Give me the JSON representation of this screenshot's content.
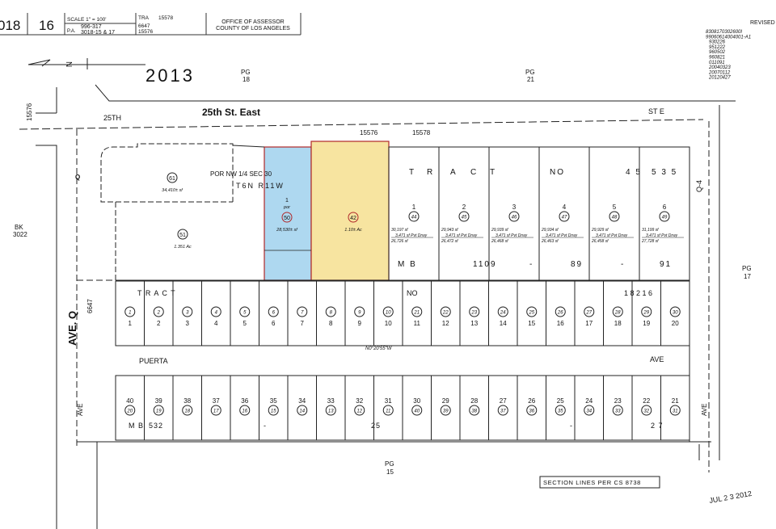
{
  "header": {
    "book": "018",
    "page": "16",
    "scale": "SCALE 1\" = 100'",
    "pa_label": "P.A.",
    "pa_line1": "996-317",
    "pa_line2": "3018-15 & 17",
    "tra_label": "TRA",
    "tra_main": "15578",
    "tra_1": "6647",
    "tra_2": "15576",
    "office_line1": "OFFICE OF ASSESSOR",
    "office_line2": "COUNTY OF LOS ANGELES"
  },
  "revised": {
    "label": "REVISED",
    "entries": [
      "8308170302600I",
      "99060614004001-A1",
      "930226",
      "951222",
      "960502",
      "960821",
      "011091",
      "20040323",
      "20070112",
      "20120427"
    ]
  },
  "north_arrow_label": "N",
  "year_stamp": "2013",
  "page_refs": {
    "pg18": [
      "PG",
      "18"
    ],
    "pg21": [
      "PG",
      "21"
    ],
    "pg17": [
      "PG",
      "17"
    ],
    "pg15": [
      "PG",
      "15"
    ]
  },
  "streets": {
    "top_left": "25TH",
    "top_highlight": "25th St. East",
    "top_right": "ST E",
    "left_highlight": "AVE. Q",
    "left_code": "6647",
    "left_tra": "15576",
    "q_label": "Q",
    "q4_label": "Q-4",
    "middle_left": "PUERTA",
    "middle_right": "AVE",
    "left_ave": "AVE",
    "right_ave": "AVE"
  },
  "tra_codes": [
    "15576",
    "15578"
  ],
  "block_ref": [
    "BK",
    "3022"
  ],
  "section": {
    "line1": "POR  NW 1/4   SEC 30",
    "line2": "T6N  R11W"
  },
  "parcels_large": [
    {
      "id": "61",
      "area": "34,410± sf"
    },
    {
      "id": "51",
      "area": "1.351 Ac"
    },
    {
      "id": "50",
      "lot": "1",
      "lot_note": "por",
      "area": "28,530± sf",
      "highlight": "#aed8f0"
    },
    {
      "id": "42",
      "area": "1.10± Ac",
      "highlight": "#f7e4a0"
    }
  ],
  "highlight_border": "#b0282a",
  "upper_tract": {
    "label_letters": [
      "T",
      "R",
      "A",
      "C",
      "T",
      "NO",
      "4 5",
      "5 3 5"
    ],
    "lots": [
      {
        "lot": "1",
        "parcel": "44",
        "area": "30,197 sf",
        "easement": "3,471 sf Pvt Drwy",
        "net": "26,726 sf"
      },
      {
        "lot": "2",
        "parcel": "45",
        "area": "29,943 sf",
        "easement": "3,471 sf Pvt Drwy",
        "net": "26,472 sf"
      },
      {
        "lot": "3",
        "parcel": "46",
        "area": "29,939 sf",
        "easement": "3,471 sf Pvt Drwy",
        "net": "26,468 sf"
      },
      {
        "lot": "4",
        "parcel": "47",
        "area": "29,934 sf",
        "easement": "3,471 sf Pvt Drwy",
        "net": "26,463 sf"
      },
      {
        "lot": "5",
        "parcel": "48",
        "area": "29,929 sf",
        "easement": "3,471 sf Pvt Drwy",
        "net": "26,458 sf"
      },
      {
        "lot": "6",
        "parcel": "49",
        "area": "31,199 sf",
        "easement": "3,471 sf Pvt Drwy",
        "net": "27,728 sf"
      }
    ],
    "mb_ref": [
      "M B",
      "1109",
      "-",
      "89",
      "-",
      "91"
    ]
  },
  "lower_tract": {
    "title": [
      "T R A C T",
      "NO",
      "1 8 2 1 6"
    ],
    "north_row": [
      {
        "lot": "1",
        "parcel": "1"
      },
      {
        "lot": "2",
        "parcel": "2"
      },
      {
        "lot": "3",
        "parcel": "3"
      },
      {
        "lot": "4",
        "parcel": "4"
      },
      {
        "lot": "5",
        "parcel": "5"
      },
      {
        "lot": "6",
        "parcel": "6"
      },
      {
        "lot": "7",
        "parcel": "7"
      },
      {
        "lot": "8",
        "parcel": "8"
      },
      {
        "lot": "9",
        "parcel": "9"
      },
      {
        "lot": "10",
        "parcel": "10"
      },
      {
        "lot": "11",
        "parcel": "21"
      },
      {
        "lot": "12",
        "parcel": "22"
      },
      {
        "lot": "13",
        "parcel": "23"
      },
      {
        "lot": "14",
        "parcel": "24"
      },
      {
        "lot": "15",
        "parcel": "25"
      },
      {
        "lot": "16",
        "parcel": "26"
      },
      {
        "lot": "17",
        "parcel": "27"
      },
      {
        "lot": "18",
        "parcel": "28"
      },
      {
        "lot": "19",
        "parcel": "29"
      },
      {
        "lot": "20",
        "parcel": "30"
      }
    ],
    "south_row": [
      {
        "lot": "40",
        "parcel": "20"
      },
      {
        "lot": "39",
        "parcel": "19"
      },
      {
        "lot": "38",
        "parcel": "18"
      },
      {
        "lot": "37",
        "parcel": "17"
      },
      {
        "lot": "36",
        "parcel": "16"
      },
      {
        "lot": "35",
        "parcel": "15"
      },
      {
        "lot": "34",
        "parcel": "14"
      },
      {
        "lot": "33",
        "parcel": "13"
      },
      {
        "lot": "32",
        "parcel": "12"
      },
      {
        "lot": "31",
        "parcel": "11"
      },
      {
        "lot": "30",
        "parcel": "40"
      },
      {
        "lot": "29",
        "parcel": "39"
      },
      {
        "lot": "28",
        "parcel": "38"
      },
      {
        "lot": "27",
        "parcel": "37"
      },
      {
        "lot": "26",
        "parcel": "36"
      },
      {
        "lot": "25",
        "parcel": "35"
      },
      {
        "lot": "24",
        "parcel": "34"
      },
      {
        "lot": "23",
        "parcel": "33"
      },
      {
        "lot": "22",
        "parcel": "32"
      },
      {
        "lot": "21",
        "parcel": "31"
      }
    ],
    "mb_ref": [
      "M B",
      "532",
      "-",
      "25",
      "-",
      "2 7"
    ]
  },
  "bearing": "N0°20'55\"W",
  "section_note": "SECTION LINES PER CS 8738",
  "date_stamp": "JUL 2 3 2012"
}
